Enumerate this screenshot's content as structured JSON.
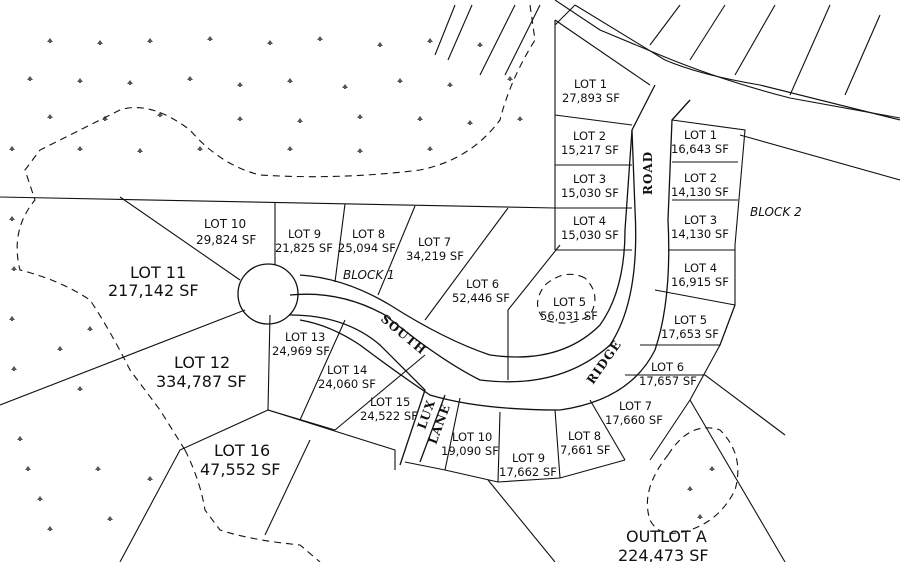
{
  "roads": {
    "south_ridge_road": [
      "SOUTH",
      "RIDGE",
      "ROAD"
    ],
    "lux_lane": [
      "LUX",
      "LANE"
    ]
  },
  "blocks": {
    "block1": "BLOCK 1",
    "block2": "BLOCK 2"
  },
  "lots": {
    "b2_lot1": {
      "name": "LOT 1",
      "area": "27,893 SF"
    },
    "b2_lot2": {
      "name": "LOT 2",
      "area": "15,217 SF"
    },
    "b2_lot3": {
      "name": "LOT 3",
      "area": "15,030 SF"
    },
    "b2_lot4": {
      "name": "LOT 4",
      "area": "15,030 SF"
    },
    "b2_lot5": {
      "name": "LOT 5",
      "area": "56,031 SF"
    },
    "b2_lot6": {
      "name": "LOT 6",
      "area": "52,446 SF"
    },
    "b2_lot7": {
      "name": "LOT 7",
      "area": "34,219 SF"
    },
    "b2_lot8": {
      "name": "LOT 8",
      "area": "25,094 SF"
    },
    "b2_lot9": {
      "name": "LOT 9",
      "area": "21,825 SF"
    },
    "b2_lot10": {
      "name": "LOT 10",
      "area": "29,824 SF"
    },
    "b2_lot11": {
      "name": "LOT 11",
      "area": "217,142 SF"
    },
    "b2_lot12": {
      "name": "LOT 12",
      "area": "334,787 SF"
    },
    "b2_lot13": {
      "name": "LOT 13",
      "area": "24,969 SF"
    },
    "b2_lot14": {
      "name": "LOT 14",
      "area": "24,060 SF"
    },
    "b2_lot15": {
      "name": "LOT 15",
      "area": "24,522 SF"
    },
    "b2_lot16": {
      "name": "LOT 16",
      "area": "47,552 SF"
    },
    "e_lot1": {
      "name": "LOT 1",
      "area": "16,643 SF"
    },
    "e_lot2": {
      "name": "LOT 2",
      "area": "14,130 SF"
    },
    "e_lot3": {
      "name": "LOT 3",
      "area": "14,130 SF"
    },
    "e_lot4": {
      "name": "LOT 4",
      "area": "16,915 SF"
    },
    "e_lot5": {
      "name": "LOT 5",
      "area": "17,653 SF"
    },
    "e_lot6": {
      "name": "LOT 6",
      "area": "17,657 SF"
    },
    "e_lot7": {
      "name": "LOT 7",
      "area": "17,660 SF"
    },
    "e_lot8": {
      "name": "LOT 8",
      "area": "7,661 SF"
    },
    "e_lot9": {
      "name": "LOT 9",
      "area": "17,662 SF"
    },
    "e_lot10": {
      "name": "LOT 10",
      "area": "19,090 SF"
    },
    "outlot_a": {
      "name": "OUTLOT A",
      "area": "224,473 SF"
    }
  }
}
